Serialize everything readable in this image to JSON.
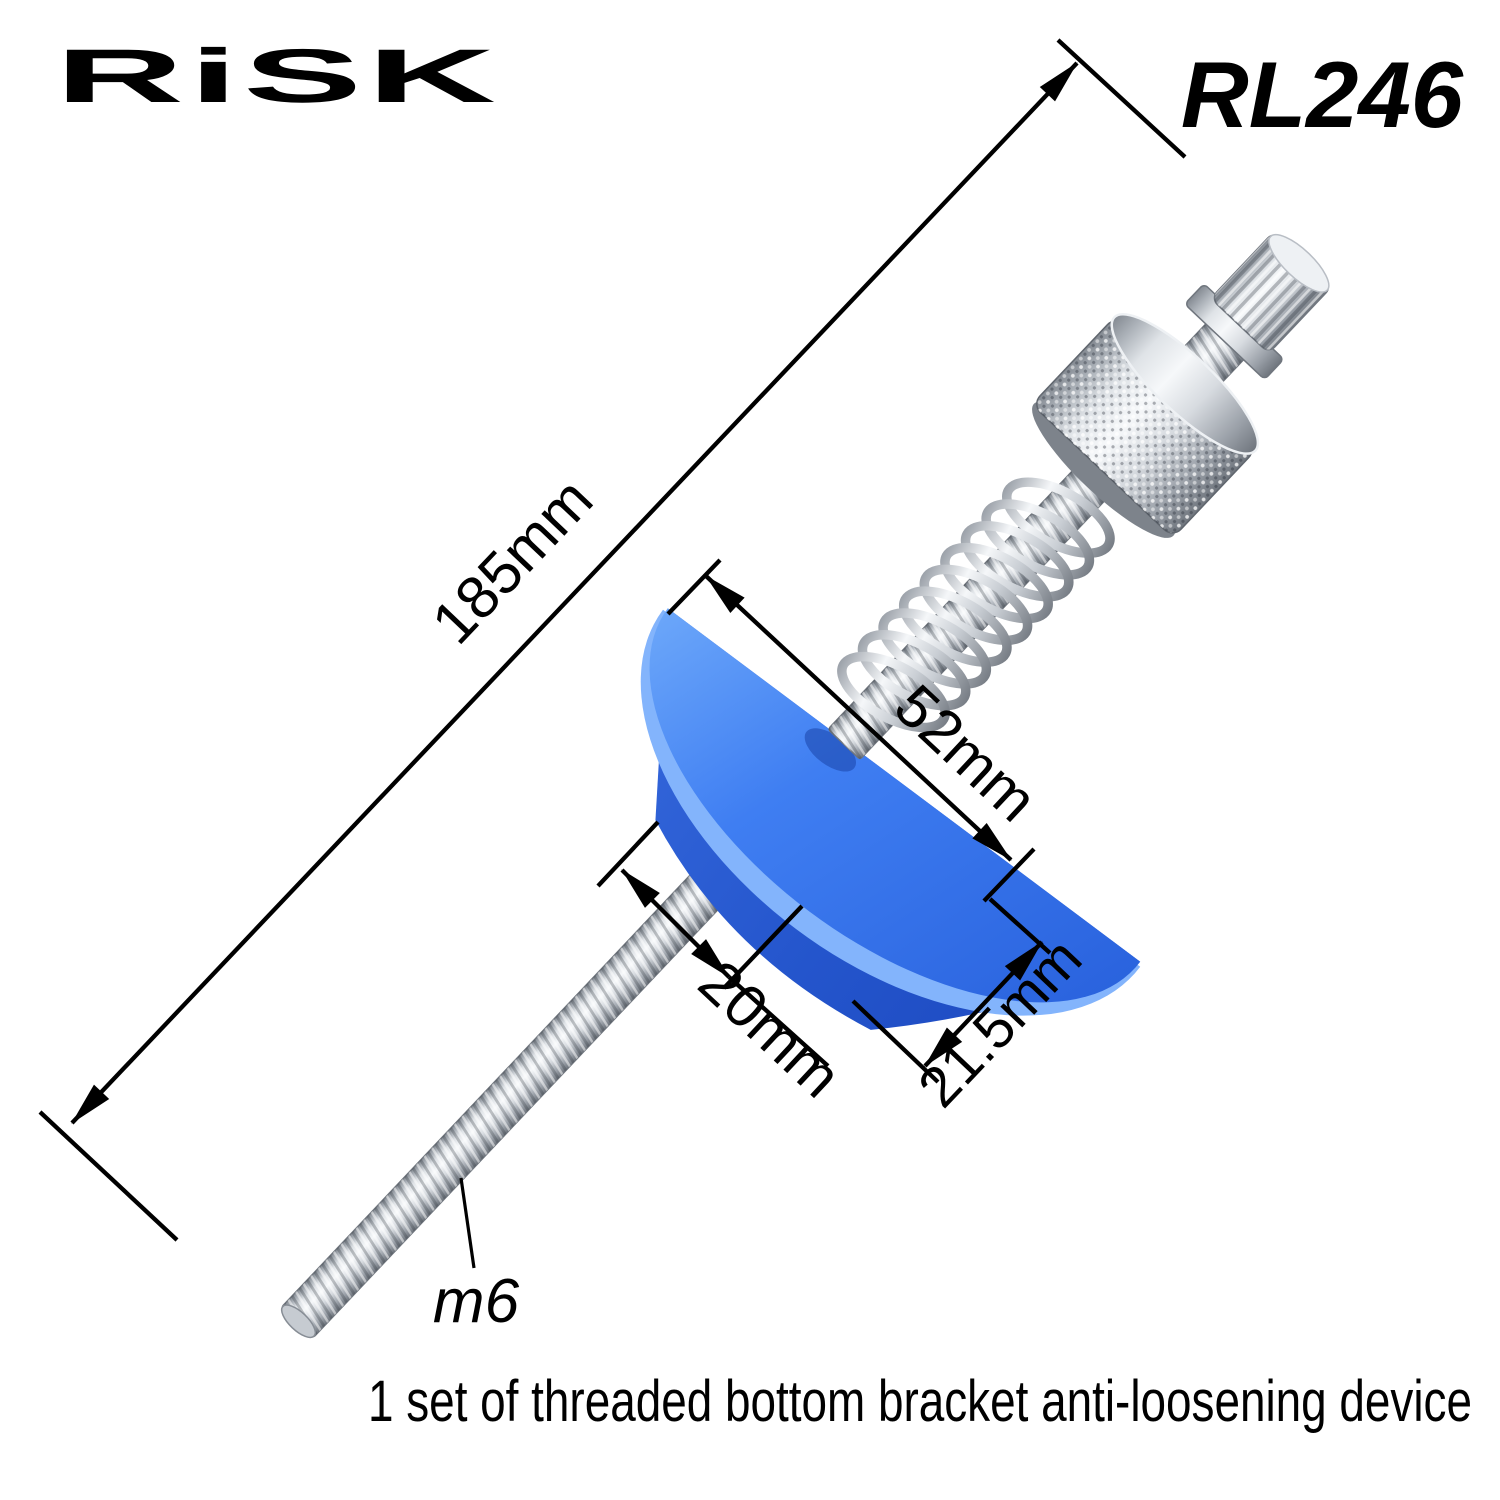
{
  "brand": {
    "logo": "RiSK",
    "model": "RL246"
  },
  "dims": {
    "overall": "185mm",
    "top_diameter": "52mm",
    "bottom_diameter": "20mm",
    "cone_height": "21.5mm",
    "thread": "m6"
  },
  "caption": "1 set of threaded bottom bracket anti-loosening device",
  "colors": {
    "background": "#ffffff",
    "dimension_line": "#000000",
    "cone_blue": "#2f6fe8",
    "cone_blue_light": "#6ea9fa",
    "cone_bevel": "#83b4fc",
    "metal_light": "#f6f8fa",
    "metal_dark": "#6f757d"
  }
}
